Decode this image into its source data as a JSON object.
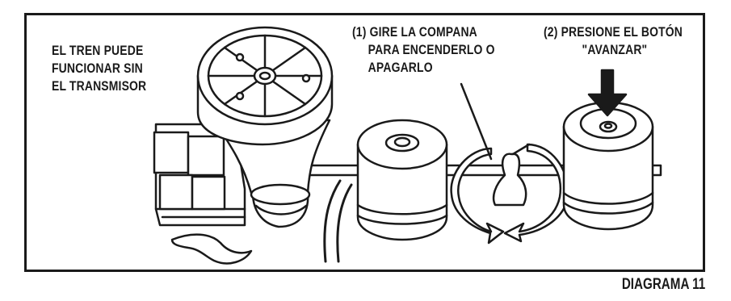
{
  "diagram": {
    "label_left": [
      "EL TREN PUEDE",
      "FUNCIONAR SIN",
      "EL TRANSMISOR"
    ],
    "label_step1": [
      "(1) GIRE LA COMPANA",
      "PARA ENCENDERLO O",
      "APAGARLO"
    ],
    "label_step2": [
      "(2) PRESIONE EL BOTÓN",
      "\"AVANZAR\""
    ],
    "caption": "DIAGRAMA 11"
  },
  "colors": {
    "ink": "#1a1a1a",
    "paper": "#ffffff"
  }
}
